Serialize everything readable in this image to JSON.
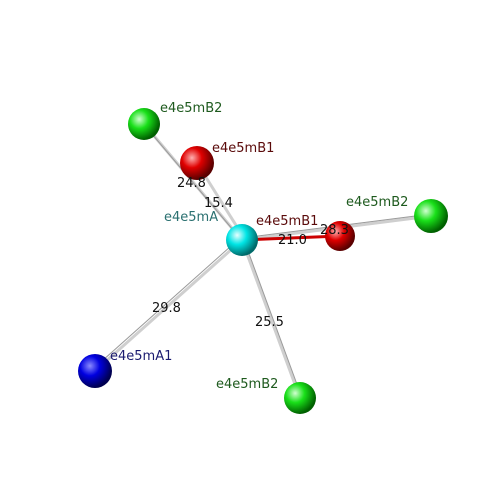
{
  "colors": {
    "background": "#ffffff",
    "bond": "#c8c8c8",
    "bond_highlight": "#cc0000",
    "atom_cyan": "#00e5e5",
    "atom_red": "#e00000",
    "atom_green": "#19e019",
    "atom_blue": "#0000e0",
    "label_teal": "#2a7070",
    "label_dark_red": "#5a0a0a",
    "label_dark_green": "#1e5a1e",
    "label_navy": "#1a1a70"
  },
  "atoms": {
    "center": {
      "label": "e4e5mA",
      "color": "atom_cyan",
      "label_color": "label_teal"
    },
    "red_upper": {
      "label": "e4e5mB1",
      "color": "atom_red",
      "label_color": "label_dark_red"
    },
    "red_right": {
      "label": "e4e5mB1",
      "color": "atom_red",
      "label_color": "label_dark_red"
    },
    "green_upper_left": {
      "label": "e4e5mB2",
      "color": "atom_green",
      "label_color": "label_dark_green"
    },
    "green_right": {
      "label": "e4e5mB2",
      "color": "atom_green",
      "label_color": "label_dark_green"
    },
    "green_bottom": {
      "label": "e4e5mB2",
      "color": "atom_green",
      "label_color": "label_dark_green"
    },
    "blue": {
      "label": "e4e5mA1",
      "color": "atom_blue",
      "label_color": "label_navy"
    }
  },
  "distances": {
    "center_to_red_upper": "15.4",
    "center_to_green_upper_left": "24.8",
    "center_to_red_right": "21.0",
    "center_to_green_right": "28.3",
    "center_to_blue": "29.8",
    "center_to_green_bottom": "25.5"
  }
}
